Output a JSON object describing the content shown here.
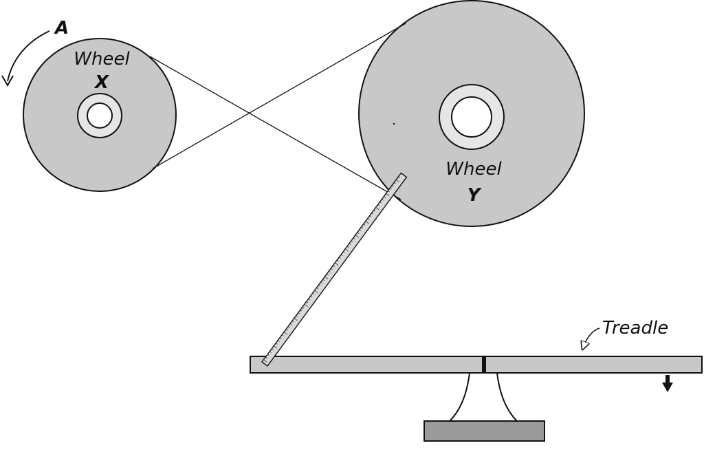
{
  "labels": {
    "wheel_x_word": "Wheel",
    "wheel_x_letter": "X",
    "wheel_y_word": "Wheel",
    "wheel_y_letter": "Y",
    "rotation_letter": "A",
    "treadle": "Treadle"
  },
  "colors": {
    "wheel_fill": "#c8c8c8",
    "hub_fill": "#e6e6e6",
    "treadle_fill": "#c8c8c8",
    "base_fill": "#9a9a9a",
    "stroke": "#111111"
  }
}
